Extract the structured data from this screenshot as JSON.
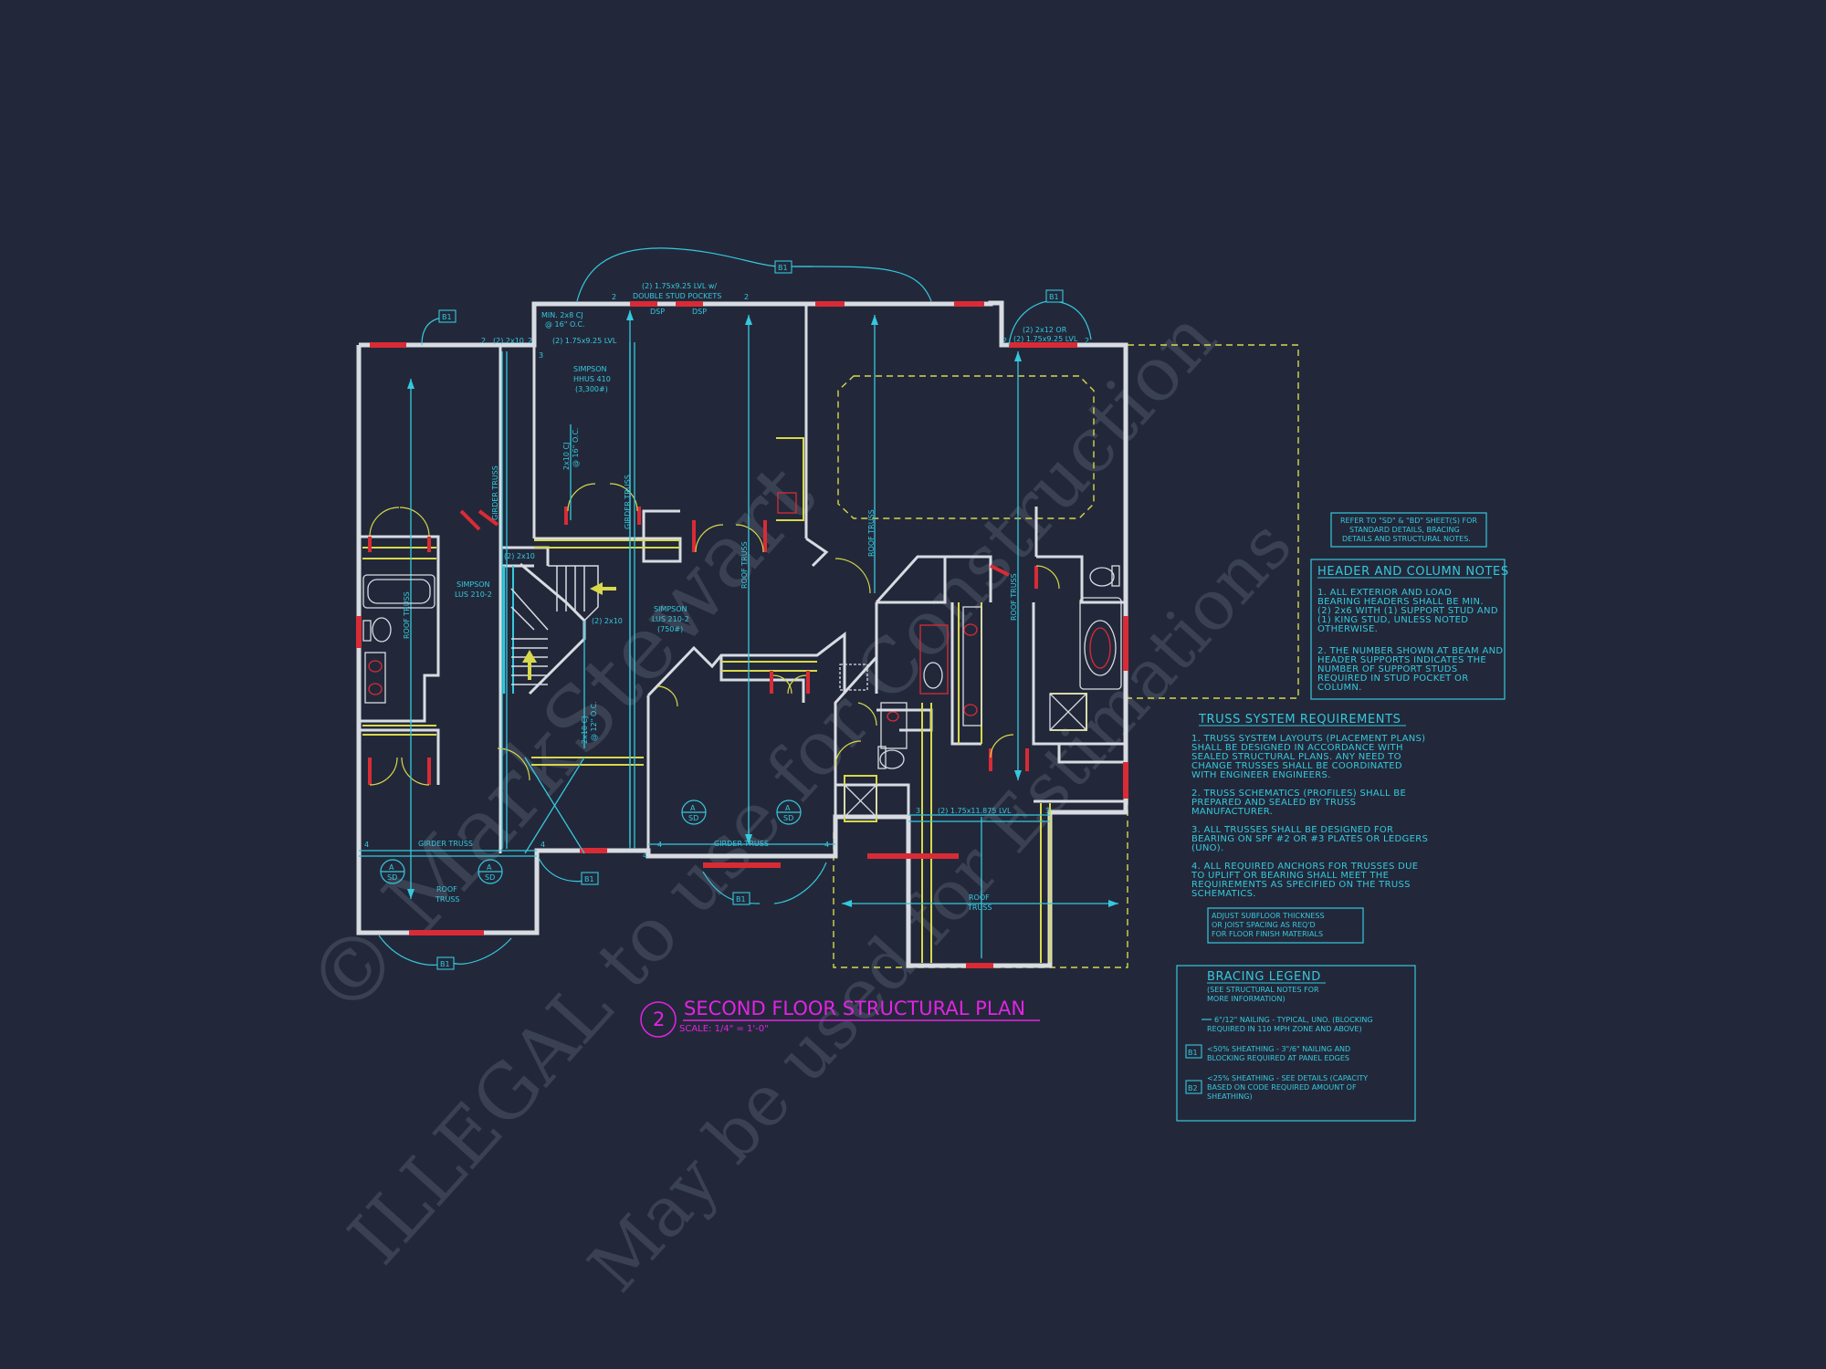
{
  "colors": {
    "background": "#22283a",
    "wall": "#d8dce2",
    "cyan": "#36c8dc",
    "red": "#d92b35",
    "yellow": "#d8d84a",
    "magenta": "#e323e3"
  },
  "watermark": {
    "line1": "© MarkStewart",
    "line2": "ILLEGAL to use for Construction",
    "line3": "May be used for Estimations"
  },
  "plan": {
    "number": "2",
    "title": "SECOND FLOOR STRUCTURAL PLAN",
    "scale": "SCALE: 1/4\" = 1'-0\""
  },
  "labels": {
    "b1": "B1",
    "lvl_top": "(2) 1.75x9.25 LVL w/",
    "lvl_top2": "DOUBLE STUD POCKETS",
    "dsp": "DSP",
    "lvl_left": "(2) 1.75x9.25 LVL",
    "min_cj": "MIN. 2x8 CJ",
    "min_cj2": "@ 16\" O.C.",
    "two_2x10": "(2) 2x10",
    "simpson_hhus": "SIMPSON",
    "simpson_hhus2": "HHUS 410",
    "simpson_hhus3": "(3,300#)",
    "cj_16": "2x10 CJ",
    "cj_16b": "@ 16\" O.C.",
    "girder_truss": "GIRDER TRUSS",
    "roof_truss": "ROOF TRUSS",
    "simpson_lus_left": "SIMPSON",
    "simpson_lus_left2": "LUS 210-2",
    "two_2x10_b": "(2) 2x10",
    "simpson_lus_mid": "SIMPSON",
    "simpson_lus_mid2": "LUS 210-2",
    "simpson_lus_mid3": "(750#)",
    "cj_12": "2x10 CJ",
    "cj_12b": "@ 12\" O.C.",
    "right_top": "(2) 2x12 OR",
    "right_top2": "(2) 1.75x9.25 LVL",
    "lvl_right": "(2) 1.75x11.875 LVL",
    "roof": "ROOF",
    "truss": "TRUSS",
    "sd": "SD",
    "a": "A"
  },
  "notes": {
    "refer": [
      "REFER TO \"SD\" & \"BD\" SHEET(S) FOR",
      "STANDARD DETAILS, BRACING",
      "DETAILS AND STRUCTURAL NOTES."
    ],
    "header_title": "HEADER AND COLUMN NOTES",
    "header_lines": [
      "1. ALL EXTERIOR AND LOAD",
      "BEARING HEADERS SHALL BE MIN.",
      "(2) 2x6 WITH (1) SUPPORT STUD AND",
      "(1) KING STUD, UNLESS NOTED",
      "OTHERWISE.",
      "",
      "2. THE NUMBER SHOWN AT BEAM AND",
      "HEADER SUPPORTS INDICATES THE",
      "NUMBER OF SUPPORT STUDS",
      "REQUIRED IN STUD POCKET OR",
      "COLUMN."
    ],
    "truss_title": "TRUSS SYSTEM REQUIREMENTS",
    "truss_lines": [
      "1. TRUSS SYSTEM LAYOUTS (PLACEMENT PLANS)",
      "SHALL BE DESIGNED IN ACCORDANCE WITH",
      "SEALED STRUCTURAL PLANS. ANY NEED TO",
      "CHANGE TRUSSES SHALL BE COORDINATED",
      "WITH ENGINEER ENGINEERS.",
      "",
      "2. TRUSS SCHEMATICS (PROFILES) SHALL BE",
      "PREPARED AND SEALED BY TRUSS",
      "MANUFACTURER.",
      "",
      "3. ALL TRUSSES SHALL BE DESIGNED FOR",
      "BEARING ON SPF #2 OR #3 PLATES OR LEDGERS",
      "(UNO).",
      "",
      "4. ALL REQUIRED ANCHORS FOR TRUSSES DUE",
      "TO UPLIFT OR BEARING SHALL MEET THE",
      "REQUIREMENTS AS SPECIFIED ON THE TRUSS",
      "SCHEMATICS."
    ],
    "subfloor": [
      "ADJUST SUBFLOOR THICKNESS",
      "OR JOIST SPACING AS REQ'D",
      "FOR FLOOR FINISH MATERIALS"
    ],
    "bracing_title": "BRACING LEGEND",
    "bracing_sub": [
      "(SEE STRUCTURAL NOTES FOR",
      "MORE INFORMATION)"
    ],
    "bracing_1": [
      "6\"/12\" NAILING - TYPICAL, UNO. (BLOCKING",
      "REQUIRED IN 110 MPH ZONE AND ABOVE)"
    ],
    "bracing_b1_tag": "B1",
    "bracing_b1": [
      "<50% SHEATHING - 3\"/6\" NAILING AND",
      "BLOCKING REQUIRED AT PANEL EDGES"
    ],
    "bracing_b2_tag": "B2",
    "bracing_b2": [
      "<25% SHEATHING - SEE DETAILS (CAPACITY",
      "BASED ON CODE REQUIRED AMOUNT OF",
      "SHEATHING)"
    ]
  }
}
